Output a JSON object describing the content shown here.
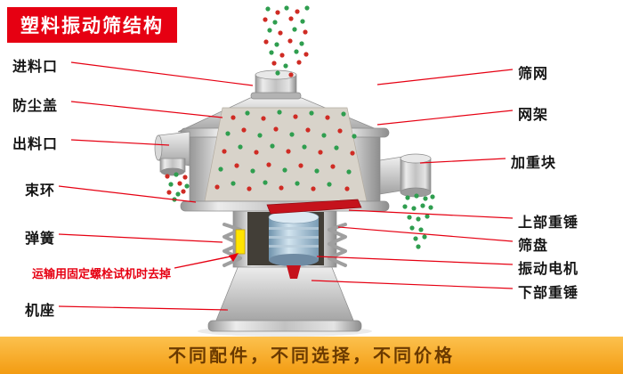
{
  "title_banner": {
    "text": "塑料振动筛结构"
  },
  "footer_banner": {
    "text": "不同配件，不同选择，不同价格"
  },
  "left_labels": [
    {
      "id": "feed-inlet",
      "text": "进料口"
    },
    {
      "id": "dust-cover",
      "text": "防尘盖"
    },
    {
      "id": "discharge-outlet",
      "text": "出料口"
    },
    {
      "id": "clamp-ring",
      "text": "束环"
    },
    {
      "id": "spring",
      "text": "弹簧"
    },
    {
      "id": "machine-base",
      "text": "机座"
    }
  ],
  "right_labels": [
    {
      "id": "screen-mesh",
      "text": "筛网"
    },
    {
      "id": "mesh-frame",
      "text": "网架"
    },
    {
      "id": "weight-block",
      "text": "加重块"
    },
    {
      "id": "upper-hammer",
      "text": "上部重锤"
    },
    {
      "id": "sieve-tray",
      "text": "筛盘"
    },
    {
      "id": "vibration-motor",
      "text": "振动电机"
    },
    {
      "id": "lower-hammer",
      "text": "下部重锤"
    }
  ],
  "note": {
    "text": "运输用固定螺栓试机时去掉"
  },
  "colors": {
    "banner_red": "#e60012",
    "footer_orange": "#f39c12",
    "footer_text": "#6b3a00",
    "leader_line": "#e60012",
    "particle_red": "#cf2b24",
    "particle_green": "#2f9e4f",
    "machine_gray": "#c2c2c2",
    "motor_blue": "#8fb0c6",
    "accent_red": "#c5121c",
    "bolt_yellow": "#ffe400"
  }
}
